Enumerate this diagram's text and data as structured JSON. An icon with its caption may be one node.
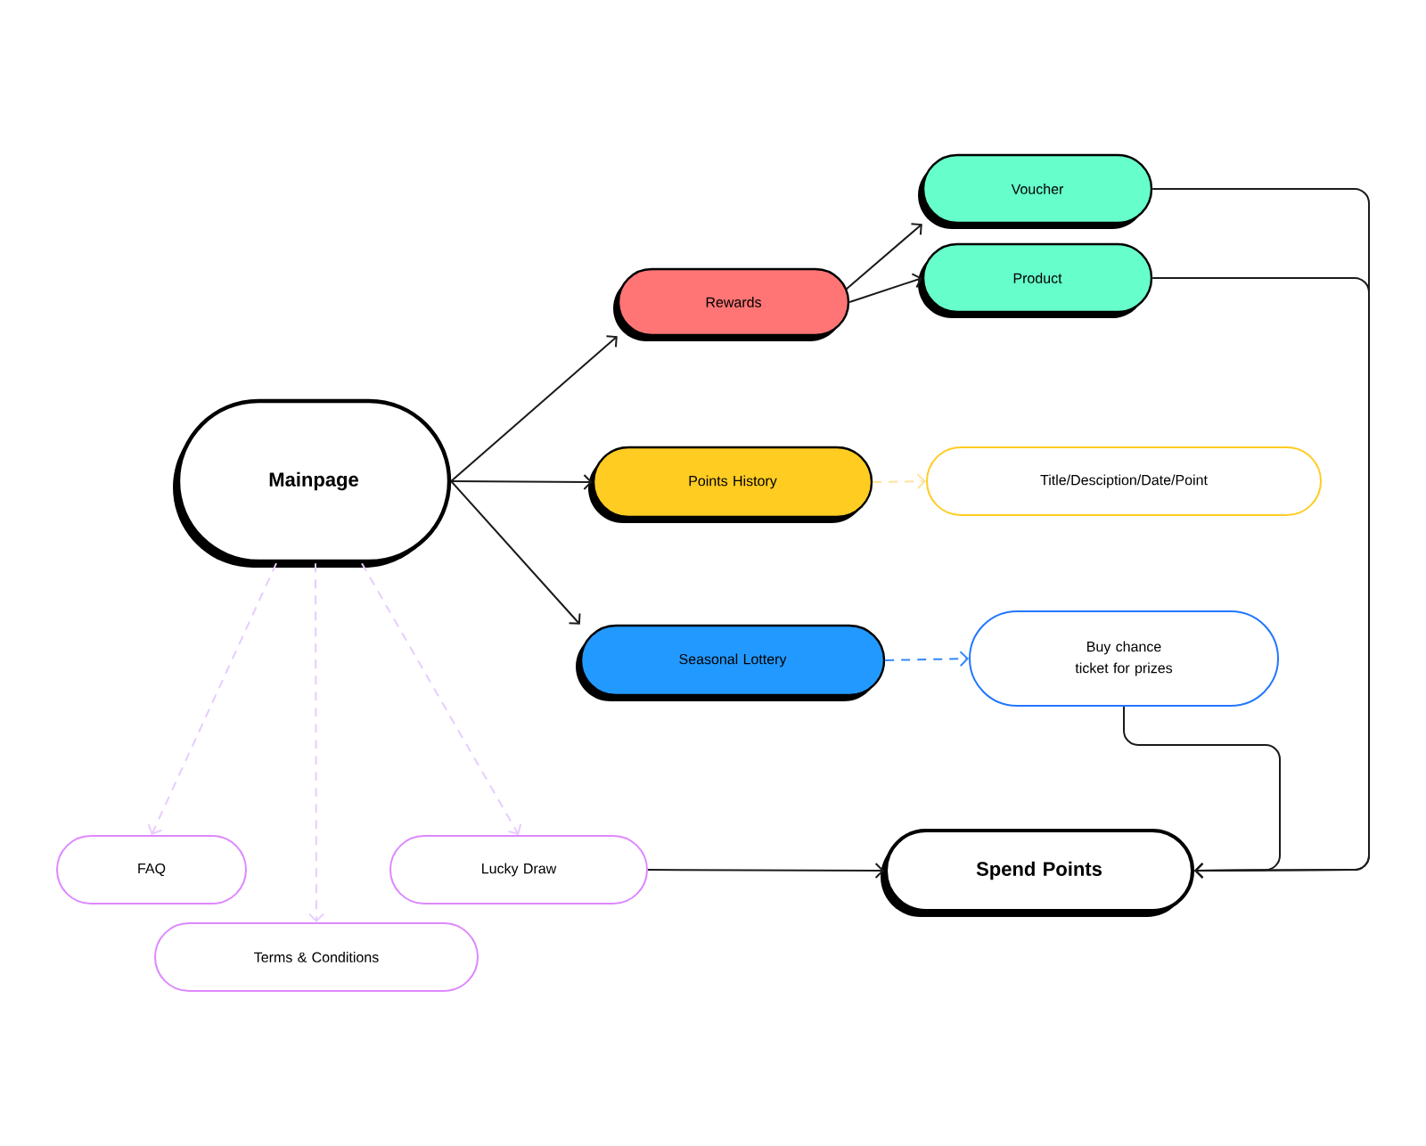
{
  "diagram": {
    "nodes": [
      {
        "text": [
          "Mainpage"
        ]
      },
      {
        "text": [
          "Rewards"
        ]
      },
      {
        "text": [
          "Voucher"
        ]
      },
      {
        "text": [
          "Product"
        ]
      },
      {
        "text": [
          "Points History"
        ]
      },
      {
        "text": [
          "Title/Desciption/Date/Point"
        ]
      },
      {
        "text": [
          "Seasonal Lottery"
        ]
      },
      {
        "text": [
          "Buy chance ticket for prizes"
        ]
      },
      {
        "text": [
          "FAQ"
        ]
      },
      {
        "text": [
          "Terms & Conditions"
        ]
      },
      {
        "text": [
          "Lucky Draw"
        ]
      },
      {
        "text": [
          "Spend Points"
        ]
      }
    ],
    "edges": [
      {
        "from": 0,
        "to": 1,
        "arrow": "to"
      },
      {
        "from": 0,
        "to": 4,
        "arrow": "to"
      },
      {
        "from": 0,
        "to": 6,
        "arrow": "to"
      },
      {
        "from": 1,
        "to": 2,
        "arrow": "to"
      },
      {
        "from": 1,
        "to": 3,
        "arrow": "to"
      },
      {
        "from": 4,
        "to": 5,
        "arrow": "to",
        "style": "dashed",
        "color": "#ffe299"
      },
      {
        "from": 6,
        "to": 7,
        "arrow": "to",
        "style": "dashed",
        "color": "#3388ff"
      },
      {
        "from": 0,
        "to": 8,
        "arrow": "to",
        "style": "dashed",
        "color": "#e8ccff"
      },
      {
        "from": 0,
        "to": 9,
        "arrow": "to",
        "style": "dashed",
        "color": "#e8ccff"
      },
      {
        "from": 0,
        "to": 10,
        "arrow": "to",
        "style": "dashed",
        "color": "#e8ccff"
      },
      {
        "from": 10,
        "to": 11,
        "arrow": "to"
      },
      {
        "from": 2,
        "to": 11,
        "arrow": "to"
      },
      {
        "from": 3,
        "to": 11,
        "arrow": "to"
      },
      {
        "from": 7,
        "to": 11,
        "arrow": "to"
      }
    ]
  }
}
